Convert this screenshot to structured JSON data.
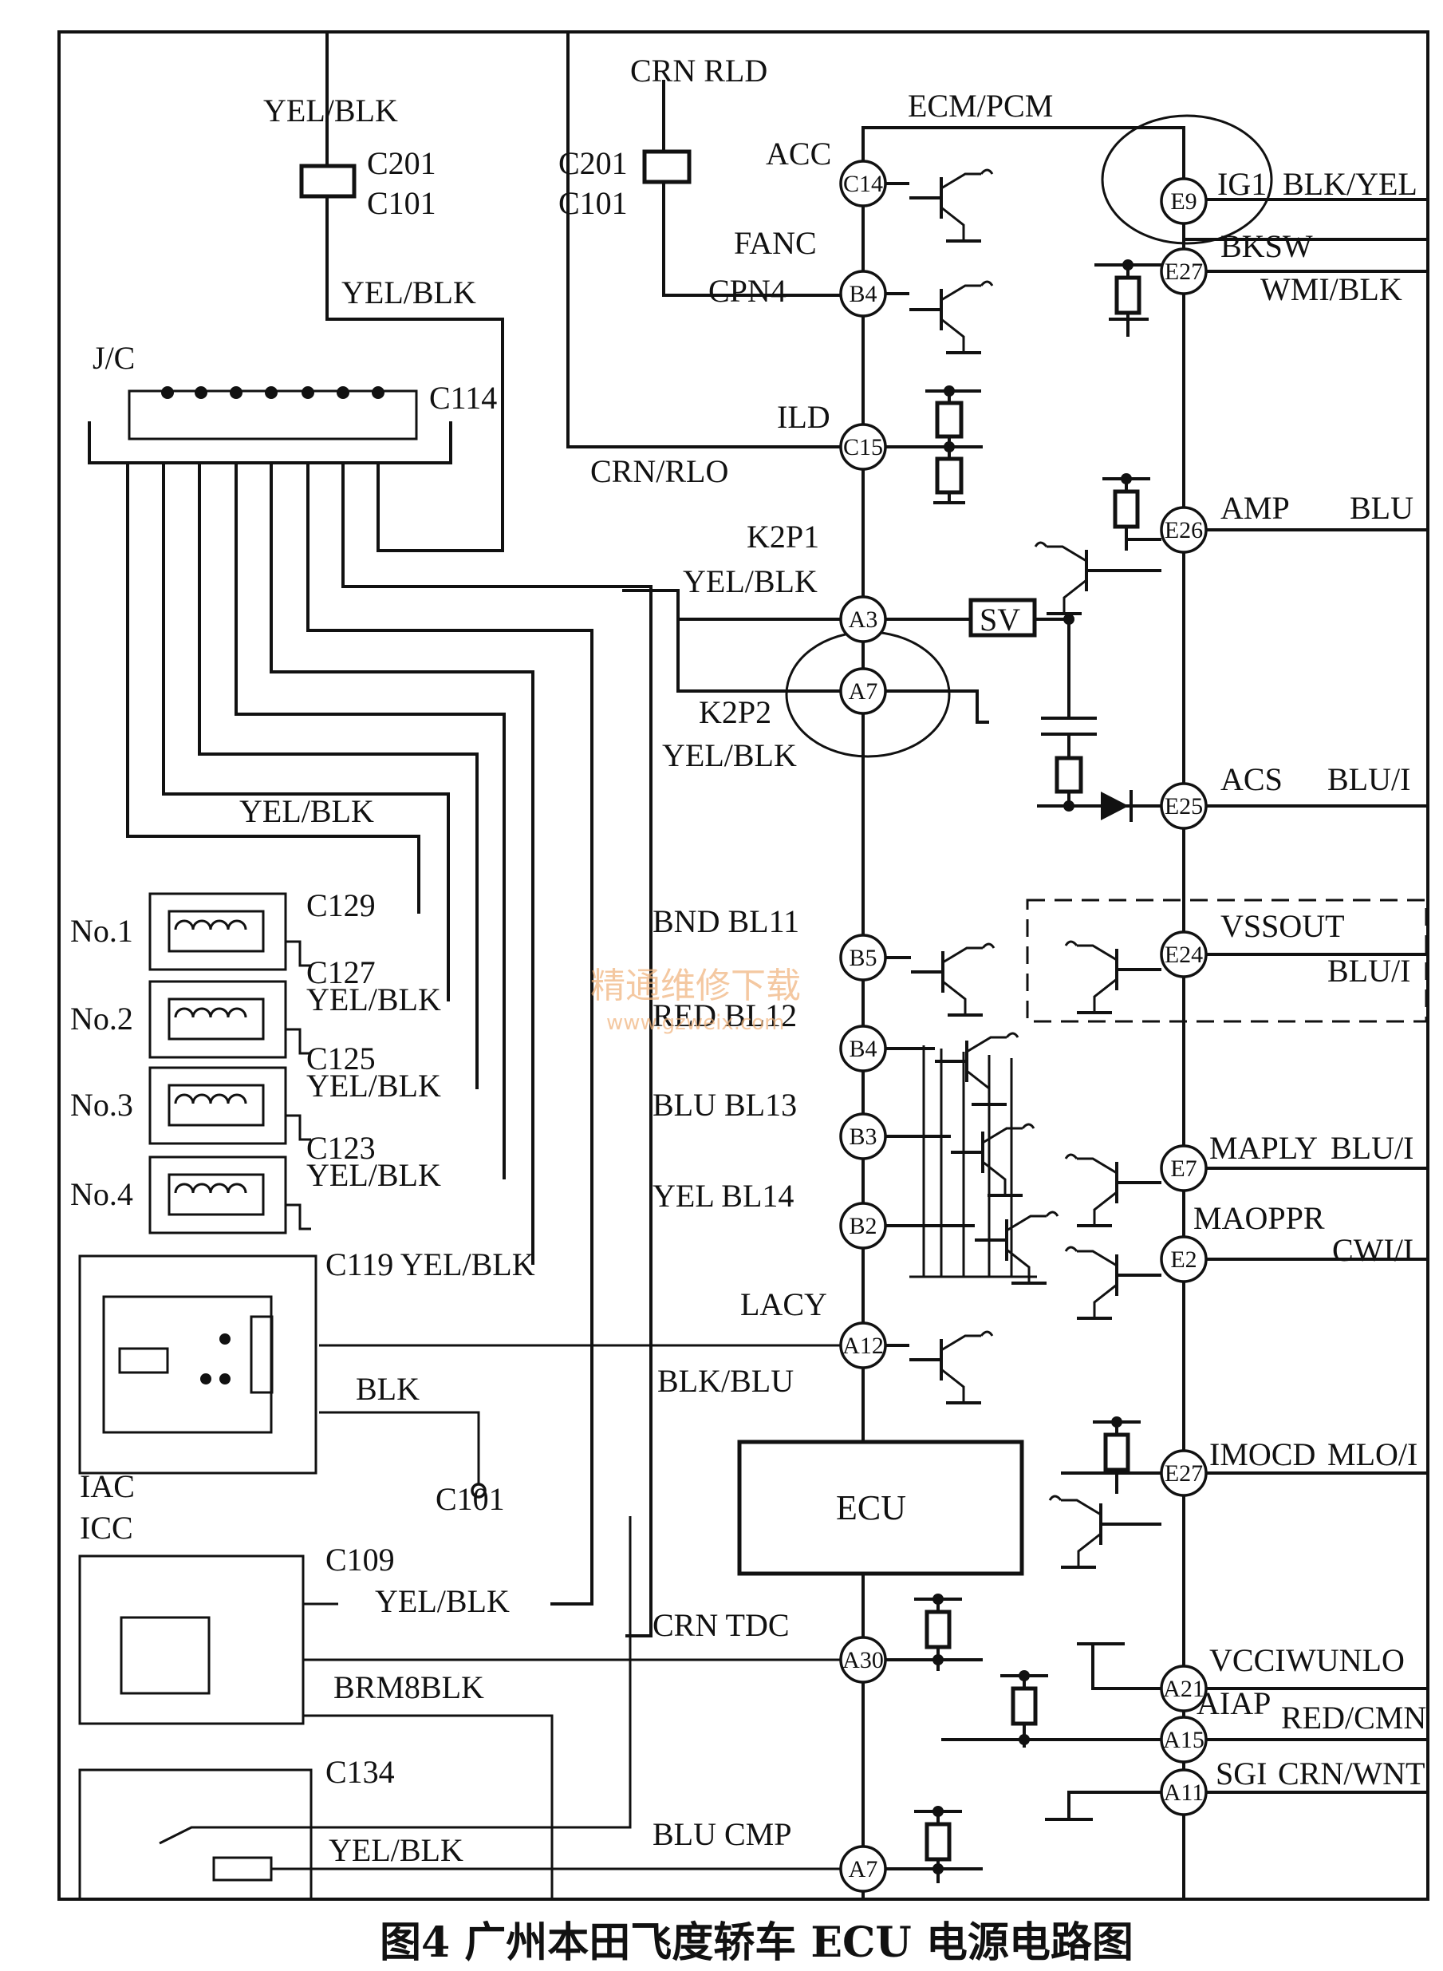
{
  "caption": "图4  广州本田飞度轿车 ECU 电源电路图",
  "watermark": {
    "line1": "精通维修下载",
    "line2": "www.gzweix.com"
  },
  "connectors": {
    "yel_blk_top": "YEL/BLK",
    "c201_a": "C201",
    "c101_a": "C101",
    "yel_blk_mid": "YEL/BLK",
    "crn_rld": "CRN  RLD",
    "c201_b": "C201",
    "c101_b": "C101",
    "jc": "J/C",
    "c114": "C114",
    "crn_rlo": "CRN/RLO",
    "k2p1": "K2P1",
    "k2p1_wire": "YEL/BLK",
    "k2p2": "K2P2",
    "k2p2_wire": "YEL/BLK",
    "sv": "SV",
    "yel_blk_left": "YEL/BLK",
    "c129": "C129",
    "c127": "C127",
    "c127_wire": "YEL/BLK",
    "c125": "C125",
    "c125_wire": "YEL/BLK",
    "c123": "C123",
    "c123_wire": "YEL/BLK",
    "c119": "C119 YEL/BLK",
    "blk": "BLK",
    "c101_gnd": "C101",
    "iac": "IAC",
    "icc": "ICC",
    "c109": "C109",
    "c109_wire": "YEL/BLK",
    "brm8blk": "BRM8BLK",
    "c134": "C134",
    "c134_wire": "YEL/BLK",
    "ecu": "ECU"
  },
  "injectors": [
    "No.1",
    "No.2",
    "No.3",
    "No.4"
  ],
  "center_pins": [
    {
      "pin": "C14",
      "name": "ACC"
    },
    {
      "pin": "B4",
      "name": "FANC",
      "wire": "CPN4"
    },
    {
      "pin": "C15",
      "name": "ILD"
    },
    {
      "pin": "A3"
    },
    {
      "pin": "A7"
    },
    {
      "pin": "B5",
      "name": "BND   BL11"
    },
    {
      "pin": "B4",
      "name": "RED   BL12"
    },
    {
      "pin": "B3",
      "name": "BLU   BL13"
    },
    {
      "pin": "B2",
      "name": "YEL    BL14"
    },
    {
      "pin": "A12",
      "name": "LACY",
      "wire": "BLK/BLU"
    },
    {
      "pin": "A30",
      "name": "CRN   TDC"
    },
    {
      "pin": "A7",
      "name": "BLU   CMP"
    }
  ],
  "right_pins": [
    {
      "pin": "E9",
      "name": "IG1",
      "wire": "BLK/YEL"
    },
    {
      "pin": "E27",
      "name": "BKSW",
      "wire": "WMI/BLK"
    },
    {
      "pin": "E26",
      "name": "AMP",
      "wire": "BLU"
    },
    {
      "pin": "E25",
      "name": "ACS",
      "wire": "BLU/I"
    },
    {
      "pin": "E24",
      "name": "VSSOUT",
      "wire": "BLU/I"
    },
    {
      "pin": "E7",
      "name": "MAPLY",
      "wire": "BLU/I"
    },
    {
      "pin": "E2",
      "name": "MAOPPR",
      "wire": "CWI/I"
    },
    {
      "pin": "E27",
      "name": "IMOCD",
      "wire": "MLO/I"
    },
    {
      "pin": "A21",
      "name": "VCCI",
      "wire": "WUNLO"
    },
    {
      "pin": "A15",
      "name": "AIAP",
      "wire": "RED/CMN"
    },
    {
      "pin": "A11",
      "name": "SGI",
      "wire": "CRN/WNT"
    }
  ],
  "ecm_pcm": "ECM/PCM"
}
